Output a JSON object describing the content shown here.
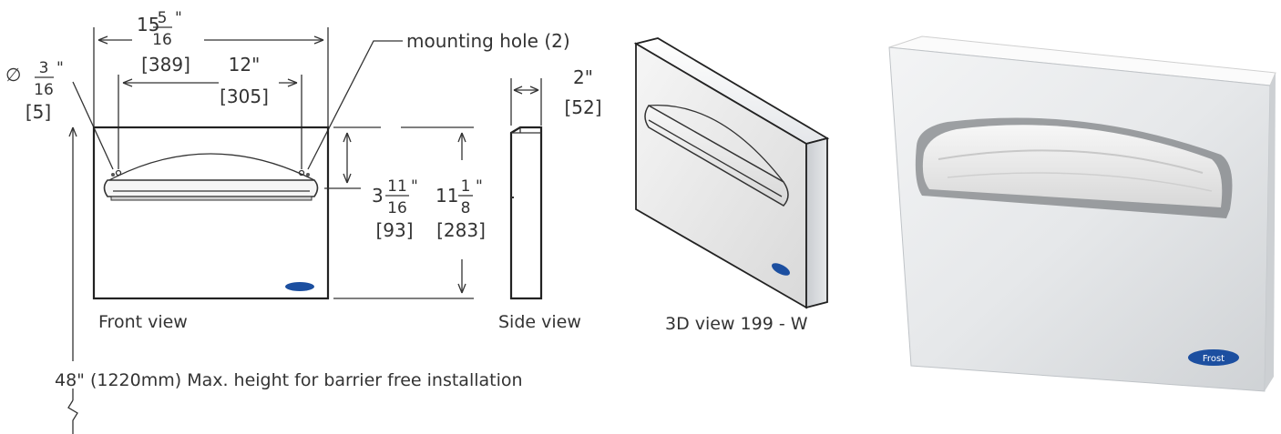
{
  "front_view": {
    "caption": "Front view",
    "width": {
      "whole": "15",
      "num": "5",
      "den": "16",
      "unit": "\"",
      "metric": "[389]"
    },
    "hole_spacing": {
      "value": "12\"",
      "metric": "[305]"
    },
    "hole_diameter": {
      "symbol": "∅",
      "num": "3",
      "den": "16",
      "unit": "\"",
      "metric": "[5]"
    },
    "hole_label": "mounting hole (2)",
    "opening_height": {
      "whole": "3",
      "num": "11",
      "den": "16",
      "unit": "\"",
      "metric": "[93]"
    },
    "height": {
      "whole": "11",
      "num": "1",
      "den": "8",
      "unit": "\"",
      "metric": "[283]"
    }
  },
  "side_view": {
    "caption": "Side view",
    "depth": {
      "value": "2\"",
      "metric": "[52]"
    }
  },
  "iso_view": {
    "caption": "3D view 199 - W"
  },
  "photo": {
    "brand_badge": "Frost"
  },
  "installation_note": "48\" (1220mm) Max. height for barrier free installation",
  "colors": {
    "line": "#333333",
    "panel": "#eef0f2",
    "badge": "#1c4fa0"
  }
}
